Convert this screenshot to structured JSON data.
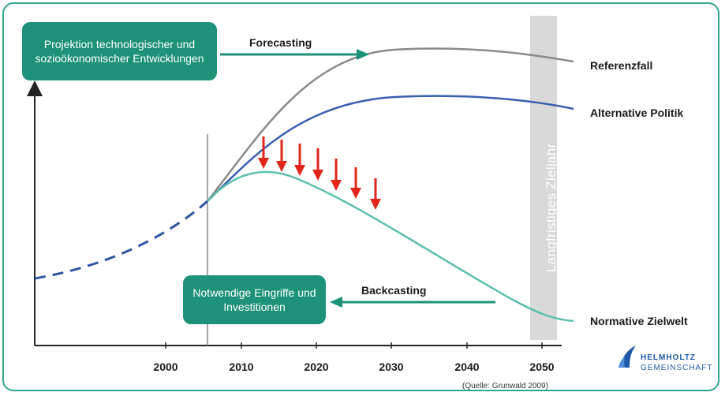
{
  "boxes": {
    "projection": "Projektion technologischer und sozioökonomischer Entwicklungen",
    "interventions": "Notwendige Eingriffe und Investitionen"
  },
  "arrows": {
    "forecasting": "Forecasting",
    "backcasting": "Backcasting"
  },
  "scenarios": {
    "reference": "Referenzfall",
    "alternative": "Alternative Politik",
    "normative": "Normative Zielwelt"
  },
  "target_year_band": "Langfristiges Zieljahr",
  "x_axis": {
    "ticks": [
      "2000",
      "2010",
      "2020",
      "2030",
      "2040",
      "2050"
    ]
  },
  "source": "(Quelle: Grunwald 2009)",
  "logo": {
    "line1": "HELMHOLTZ",
    "line2": "GEMEINSCHAFT"
  },
  "colors": {
    "box_green": "#1d9278",
    "reference_gray": "#8a8a8a",
    "alternative_blue": "#3a5fb0",
    "normative_teal": "#5cbfae",
    "historic_blue": "#2f55a4",
    "red_arrows": "#e0261b",
    "band_gray": "#d9d9d9"
  }
}
